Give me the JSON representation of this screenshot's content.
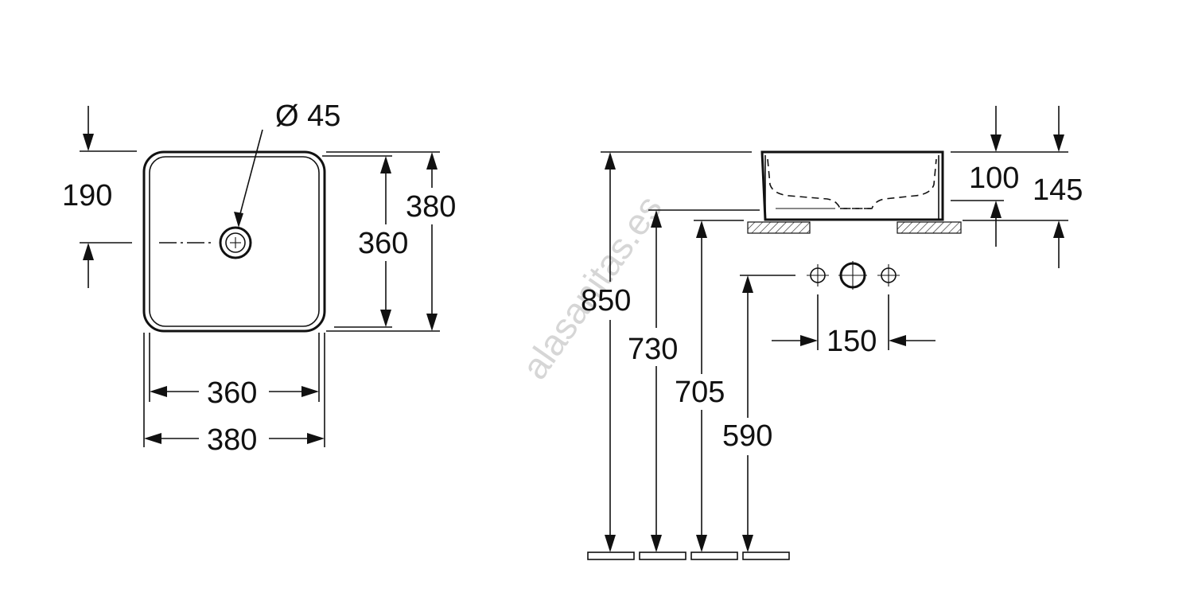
{
  "drawing": {
    "watermark": "alasanitas.es",
    "top_view": {
      "drain_diameter": "Ø 45",
      "drain_offset": "190",
      "inner_depth": "360",
      "outer_depth": "380",
      "inner_width": "360",
      "outer_width": "380"
    },
    "side_view": {
      "overall_height": "850",
      "counter_height": "730",
      "support_height": "705",
      "outlet_height": "590",
      "inner_bowl_height": "100",
      "outer_bowl_height": "145",
      "tap_spacing": "150"
    }
  }
}
